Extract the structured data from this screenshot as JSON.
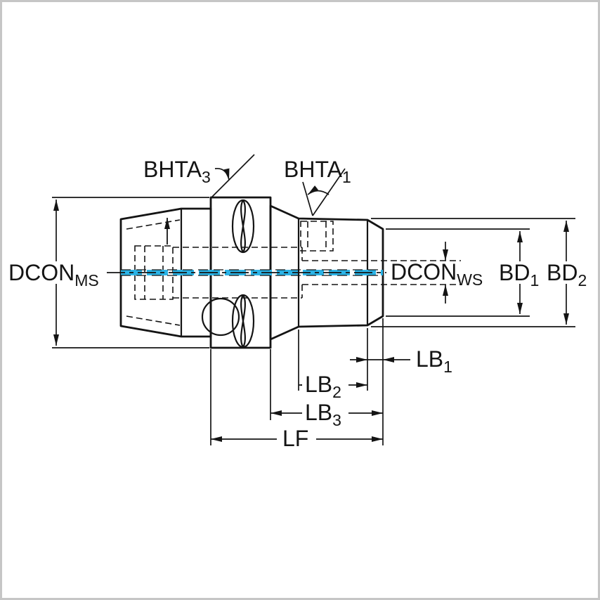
{
  "diagram": {
    "type": "technical-drawing",
    "description": "Cross-section dimension drawing of a tool holder adapter coupling",
    "labels": {
      "bhta3": {
        "base": "BHTA",
        "sub": "3"
      },
      "bhta1": {
        "base": "BHTA",
        "sub": "1"
      },
      "dcon_ms": {
        "base": "DCON",
        "sub": "MS"
      },
      "dcon_ws": {
        "base": "DCON",
        "sub": "WS"
      },
      "bd1": {
        "base": "BD",
        "sub": "1"
      },
      "bd2": {
        "base": "BD",
        "sub": "2"
      },
      "lb1": {
        "base": "LB",
        "sub": "1"
      },
      "lb2": {
        "base": "LB",
        "sub": "2"
      },
      "lb3": {
        "base": "LB",
        "sub": "3"
      },
      "lf": {
        "base": "LF",
        "sub": ""
      }
    },
    "colors": {
      "body_fill": "#b7cedd",
      "centerline_blue": "#2bb3e6",
      "line": "#141414",
      "background": "#ffffff",
      "frame": "#c6c6c6"
    }
  }
}
